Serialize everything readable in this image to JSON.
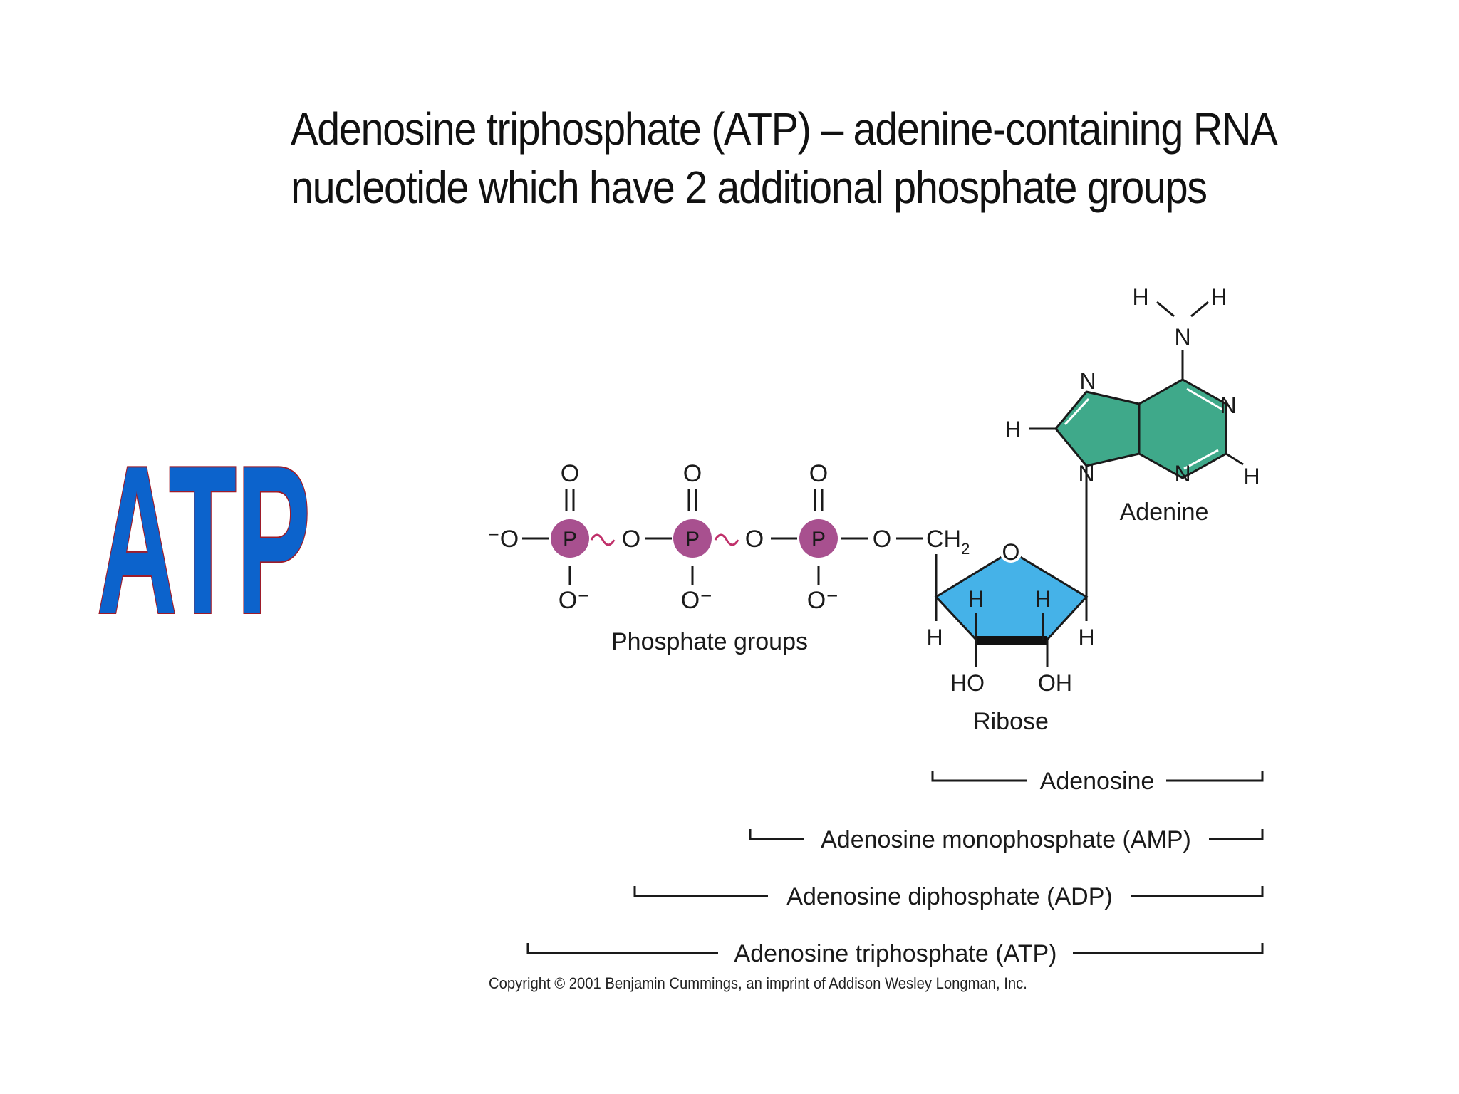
{
  "slide": {
    "title_line1": "Adenosine triphosphate (ATP) – adenine-containing RNA",
    "title_line2": "nucleotide which have 2 additional phosphate groups",
    "logo_text": "ATP"
  },
  "diagram": {
    "phosphate": {
      "oxygen": "O",
      "phosphorus": "P",
      "neg_oxygen": "O⁻",
      "terminal_oxygen": "⁻O",
      "high_energy_bond": "~",
      "label": "Phosphate groups"
    },
    "ribose": {
      "ch2": "CH",
      "ch2_sub": "2",
      "ring_oxygen": "O",
      "hydrogen": "H",
      "ho": "HO",
      "oh": "OH",
      "label": "Ribose"
    },
    "adenine": {
      "nitrogen": "N",
      "hydrogen": "H",
      "label": "Adenine"
    },
    "brackets": {
      "adenosine": "Adenosine",
      "amp": "Adenosine monophosphate (AMP)",
      "adp": "Adenosine diphosphate (ADP)",
      "atp": "Adenosine triphosphate (ATP)"
    },
    "copyright": "Copyright © 2001 Benjamin Cummings, an imprint of Addison Wesley Longman, Inc."
  },
  "colors": {
    "phosphate_circle": "#a8508f",
    "ribose_fill": "#45b2e8",
    "adenine_fill": "#3fa98a",
    "logo_fill": "#0c63cc",
    "logo_outline": "#9e1c2a",
    "tilde": "#c0306a"
  }
}
